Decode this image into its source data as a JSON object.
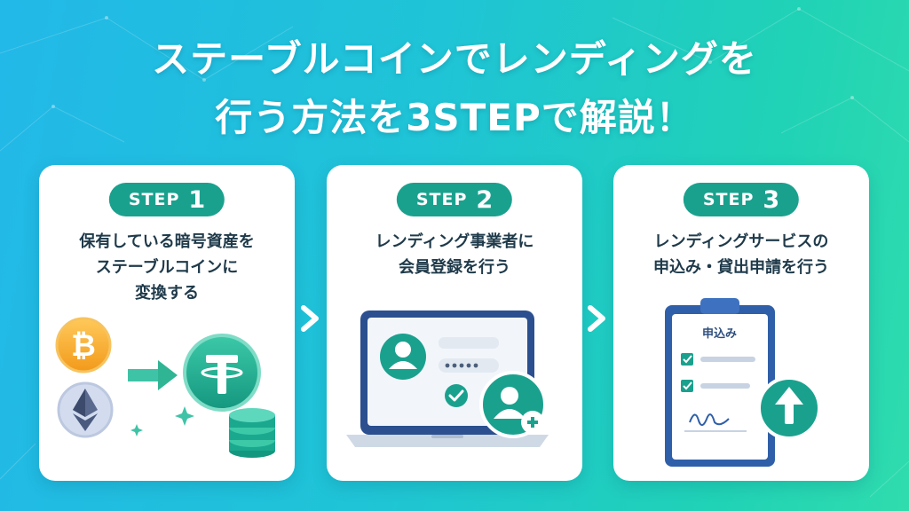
{
  "title": {
    "line1": "ステーブルコインでレンディングを",
    "line2": "行う方法を3STEPで解説！"
  },
  "steps": [
    {
      "badge_word": "STEP",
      "badge_num": "1",
      "desc_lines": [
        "保有している暗号資産を",
        "ステーブルコインに",
        "変換する"
      ],
      "icons": [
        "bitcoin-icon",
        "ethereum-icon",
        "arrow-right-icon",
        "tether-icon",
        "coin-stack-icon",
        "sparkle-icon"
      ]
    },
    {
      "badge_word": "STEP",
      "badge_num": "2",
      "desc_lines": [
        "レンディング事業者に",
        "会員登録を行う"
      ],
      "icons": [
        "laptop-icon",
        "user-avatar-icon",
        "password-dots-icon",
        "check-icon",
        "add-user-icon"
      ]
    },
    {
      "badge_word": "STEP",
      "badge_num": "3",
      "desc_lines": [
        "レンディングサービスの",
        "申込み・貸出申請を行う"
      ],
      "clipboard_title": "申込み",
      "icons": [
        "clipboard-icon",
        "checkbox-icon",
        "signature-icon",
        "upload-arrow-icon"
      ]
    }
  ],
  "colors": {
    "accent": "#1aa18e",
    "accent_dark": "#138a79",
    "text": "#1f3a4a",
    "bitcoin": "#f5a623",
    "ethereum_bg": "#c9d3e8",
    "clipboard": "#2f5fa8"
  }
}
